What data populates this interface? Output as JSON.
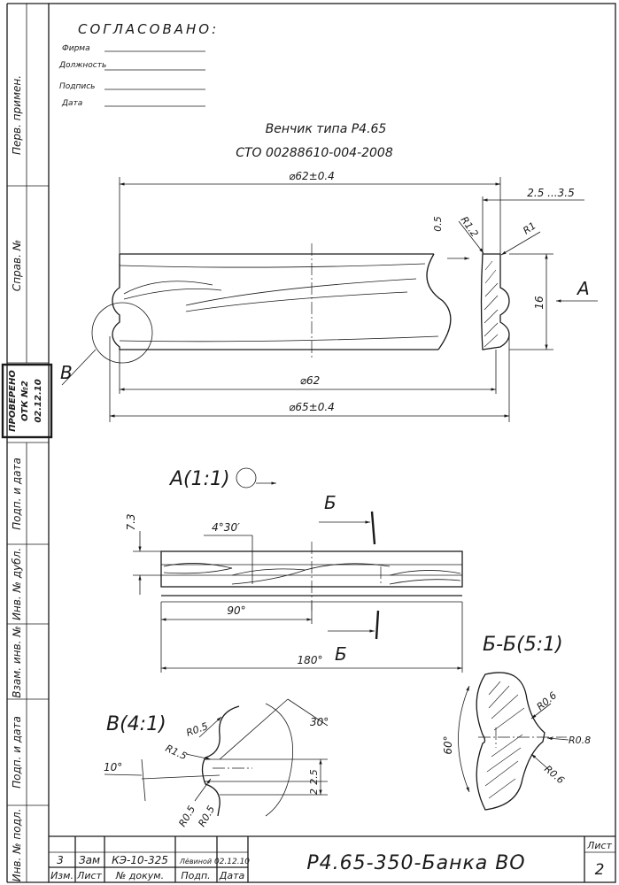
{
  "approval": {
    "title": "СОГЛАСОВАНО:",
    "firm_label": "Фирма",
    "position_label": "Должность",
    "signature_label": "Подпись",
    "date_label": "Дата"
  },
  "heading": {
    "line1": "Венчик типа Р4.65",
    "line2": "СТО 00288610-004-2008"
  },
  "side_labels": {
    "first_use": "Перв. примен.",
    "ref_no": "Справ. №",
    "sign_date_1": "Подп. и дата",
    "dup_no": "Инв. № дубл.",
    "replaced_no": "Взам. инв. №",
    "sign_date_2": "Подп. и дата",
    "original_no": "Инв. № подл."
  },
  "stamp": {
    "line1": "ПРОВЕРЕНО",
    "line2": "ОТК №2",
    "line3": "02.12.10"
  },
  "main_view": {
    "dim_outer_top": "⌀62±0.4",
    "dim_range": "2.5 ...3.5",
    "dim_05": "0.5",
    "dim_r12": "R1.2",
    "dim_r1": "R1",
    "dim_16": "16",
    "dim_62": "⌀62",
    "dim_65": "⌀65±0.4",
    "view_arrow": "A",
    "detail_ref": "B"
  },
  "view_a": {
    "title": "A(1:1)",
    "dim_73": "7.3",
    "dim_angle": "4°30′",
    "dim_90": "90°",
    "dim_180": "180°",
    "section_top": "Б",
    "section_bottom": "Б"
  },
  "detail_b": {
    "title": "B(4:1)",
    "r05_top": "R0.5",
    "r15": "R1.5",
    "angle_10": "10°",
    "angle_30": "30°",
    "dim_2": "2",
    "dim_25": "2.5",
    "r05_left": "R0.5",
    "r05_right": "R0.5"
  },
  "section_bb": {
    "title": "Б-Б(5:1)",
    "r06_top": "R0.6",
    "r08": "R0.8",
    "r06_bottom": "R0.6",
    "angle_60": "60°"
  },
  "title_block": {
    "change_no": "3",
    "change_code": "Зам",
    "doc_no": "КЭ-10-325",
    "signature": "Лёвиной",
    "date": "02.12.10",
    "hdr_izm": "Изм.",
    "hdr_list": "Лист",
    "hdr_doc": "№ докум.",
    "hdr_sign": "Подп.",
    "hdr_date": "Дата",
    "designation": "Р4.65-350-Банка ВО",
    "sheet_label": "Лист",
    "sheet_no": "2"
  }
}
